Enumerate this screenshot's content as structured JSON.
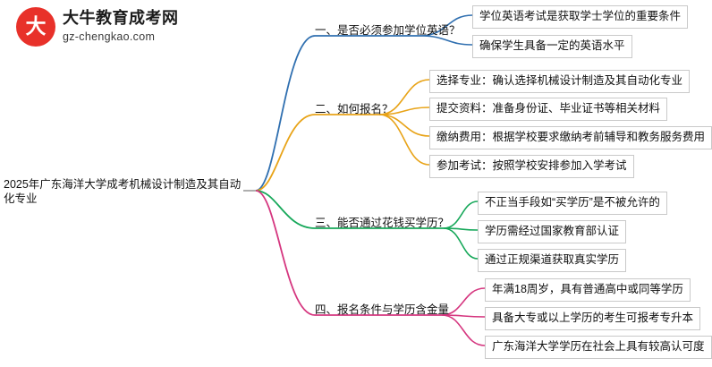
{
  "logo": {
    "glyph": "大牛",
    "title": "大牛教育成考网",
    "subtitle": "gz-chengkao.com"
  },
  "mindmap": {
    "root": "2025年广东海洋大学成考机械设计制造及其自动化专业",
    "branches": [
      {
        "label": "一、是否必须参加学位英语？",
        "color": "#2f6fb0",
        "leaves": [
          "学位英语考试是获取学士学位的重要条件",
          "确保学生具备一定的英语水平"
        ]
      },
      {
        "label": "二、如何报名？",
        "color": "#e8a317",
        "leaves": [
          "选择专业：确认选择机械设计制造及其自动化专业",
          "提交资料：准备身份证、毕业证书等相关材料",
          "缴纳费用：根据学校要求缴纳考前辅导和教务服务费用",
          "参加考试：按照学校安排参加入学考试"
        ]
      },
      {
        "label": "三、能否通过花钱买学历？",
        "color": "#17a85a",
        "leaves": [
          "不正当手段如“买学历”是不被允许的",
          "学历需经过国家教育部认证",
          "通过正规渠道获取真实学历"
        ]
      },
      {
        "label": "四、报名条件与学历含金量",
        "color": "#d5367f",
        "leaves": [
          "年满18周岁，具有普通高中或同等学历",
          "具备大专或以上学历的考生可报考专升本",
          "广东海洋大学学历在社会上具有较高认可度"
        ]
      }
    ]
  }
}
